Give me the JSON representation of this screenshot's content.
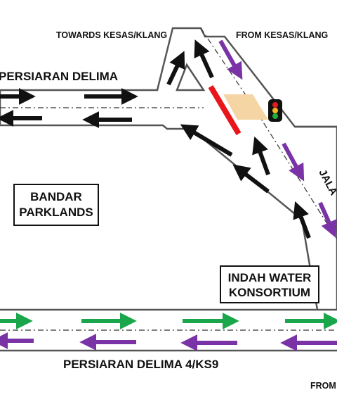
{
  "colors": {
    "road_fill": "#ffffff",
    "road_edge": "#555555",
    "centerline": "#333333",
    "arrow_black": "#111111",
    "arrow_purple": "#7a33a6",
    "arrow_green": "#1aa64a",
    "closure_bar": "#e8151b",
    "junction_box": "#f6d5a4",
    "signal_red": "#e21b1b",
    "signal_amber": "#f2b51b",
    "signal_green": "#1fae3a"
  },
  "labels": {
    "towards_kesas": "TOWARDS KESAS/KLANG",
    "from_kesas": "FROM KESAS/KLANG",
    "persiaran_delima": "PERSIARAN DELIMA",
    "jalan_partial": "JALA",
    "persiaran_delima_4": "PERSIARAN DELIMA 4/KS9",
    "from_partial": "FROM"
  },
  "landmarks": {
    "bandar_line1": "BANDAR",
    "bandar_line2": "PARKLANDS",
    "indah_line1": "INDAH WATER",
    "indah_line2": "KONSORTIUM"
  },
  "icons": {
    "traffic_signal": "traffic-light-icon",
    "road_closure": "closure-bar-icon",
    "junction": "junction-area-icon"
  }
}
